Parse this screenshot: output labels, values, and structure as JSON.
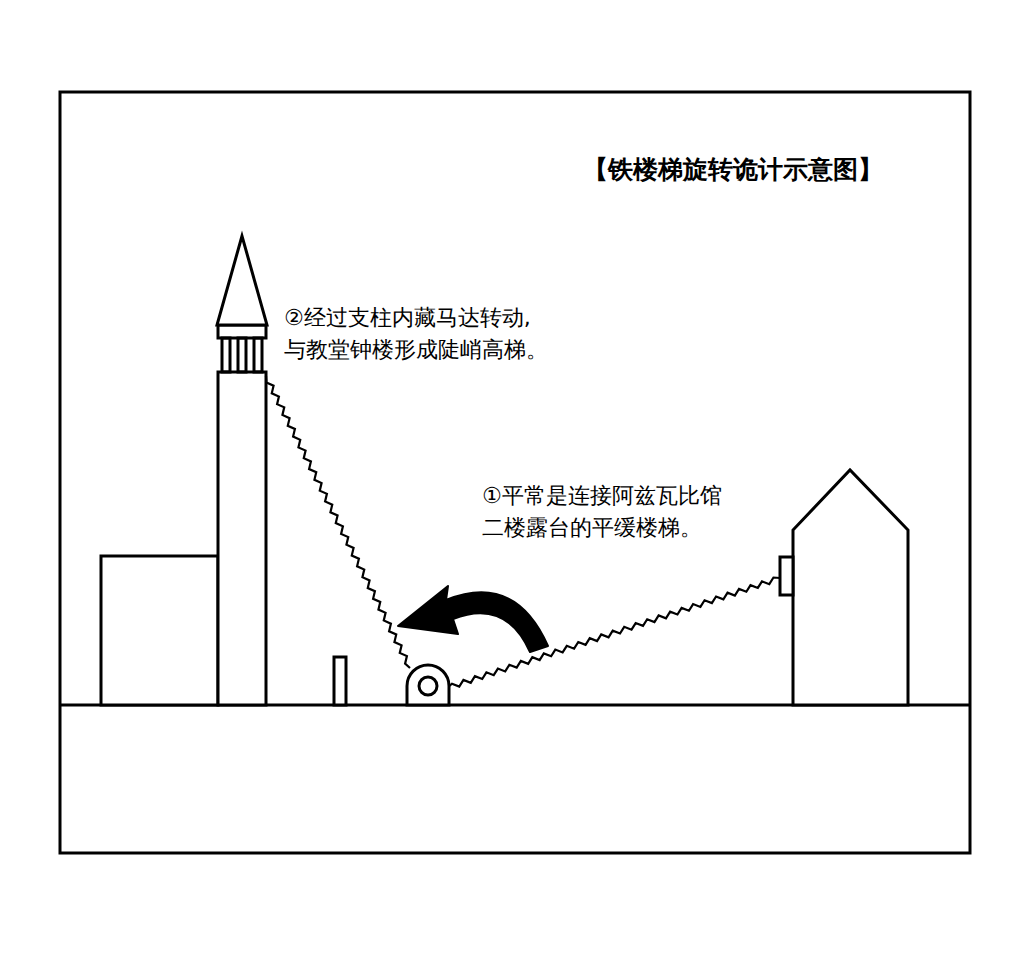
{
  "diagram": {
    "title": "【铁楼梯旋转诡计示意图】",
    "labels": [
      "②经过支柱内藏马达转动, 与教堂钟楼形成陡峭高梯。",
      "①平常是连接阿兹瓦比馆 二楼露台的平缓楼梯。"
    ]
  }
}
